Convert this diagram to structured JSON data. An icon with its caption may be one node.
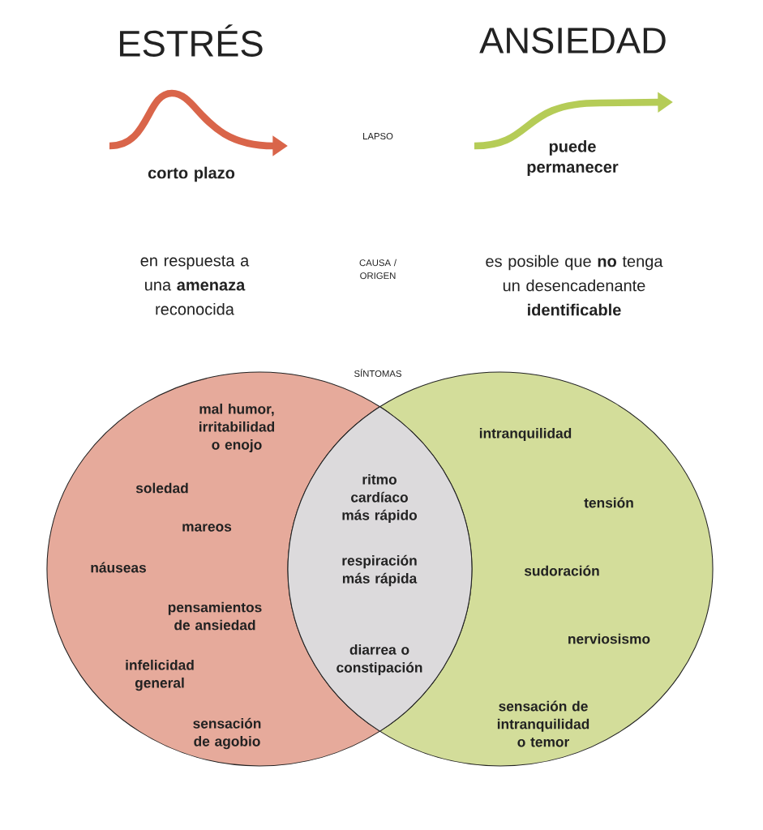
{
  "diagram": {
    "nodes": [
      {
        "text": [
          "mal humor, irritabilidad o enojo",
          "soledad",
          "mareos",
          "náuseas",
          "pensamientos de ansiedad",
          "infelicidad general",
          "sensación de agobio"
        ]
      },
      {
        "text": [
          "intranquilidad",
          "tensión",
          "sudoración",
          "nerviosismo",
          "sensación de intranquilidad o temor"
        ]
      },
      {
        "text": [
          "ritmo cardíaco más rápido",
          "respiración más rápida",
          "diarrea o constipación"
        ]
      }
    ],
    "labels": [
      "ESTRÉS",
      "ANSIEDAD",
      "LAPSO",
      "puede permanecer",
      "corto plazo",
      "CAUSA / ORIGEN",
      "en respuesta a una **amenaza** reconocida",
      "es posible que **no** tenga un desencadenante **identificable**",
      "SÍNTOMAS"
    ]
  }
}
